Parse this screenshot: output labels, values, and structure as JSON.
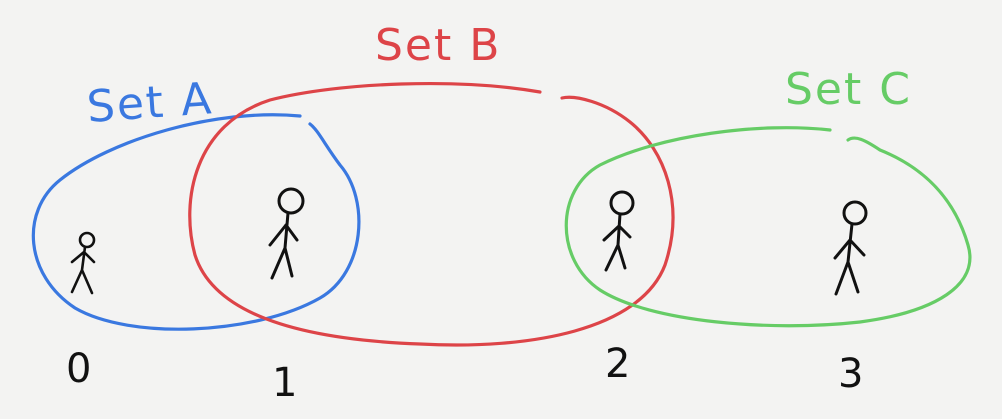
{
  "sets": {
    "a": {
      "label": "Set A",
      "color": "#3a78e0"
    },
    "b": {
      "label": "Set B",
      "color": "#dd4448"
    },
    "c": {
      "label": "Set C",
      "color": "#66cc66"
    }
  },
  "items": [
    {
      "number": "0"
    },
    {
      "number": "1"
    },
    {
      "number": "2"
    },
    {
      "number": "3"
    }
  ],
  "ink_color": "#111111"
}
